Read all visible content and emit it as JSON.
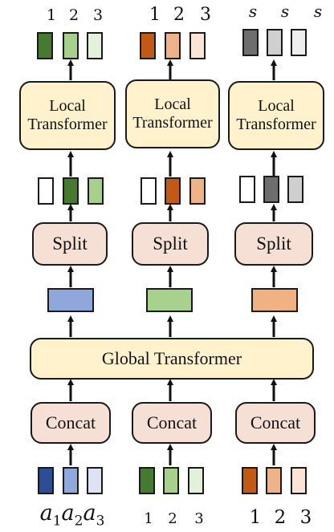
{
  "top_labels": {
    "col1": [
      "1",
      "2",
      "3"
    ],
    "col2": [
      "1",
      "2",
      "3"
    ],
    "col3": [
      "s",
      "s",
      "s"
    ]
  },
  "local_transformer_label": "Local Transformer",
  "split_label": "Split",
  "global_transformer_label": "Global Transformer",
  "concat_label": "Concat",
  "bottom_labels": {
    "col1": [
      "a1",
      "a2",
      "a3"
    ],
    "col2": [
      "1",
      "2",
      "3"
    ],
    "col3": [
      "1",
      "2",
      "3"
    ]
  },
  "colors": {
    "blue": [
      "#2d4e96",
      "#91a8dd",
      "#dde3f3"
    ],
    "green": [
      "#467a31",
      "#a6d08c",
      "#e3f0da"
    ],
    "orange": [
      "#c25a16",
      "#efb38a",
      "#fbe3d6"
    ],
    "gray": [
      "#6e6e6e",
      "#cfcfcf",
      "#eeeeee"
    ],
    "box_yellow": "#fff2cc",
    "box_pink": "#f6e0d6",
    "bar_blue": "#90a7dc",
    "bar_green": "#a9d18e",
    "bar_orange": "#f0b183"
  }
}
